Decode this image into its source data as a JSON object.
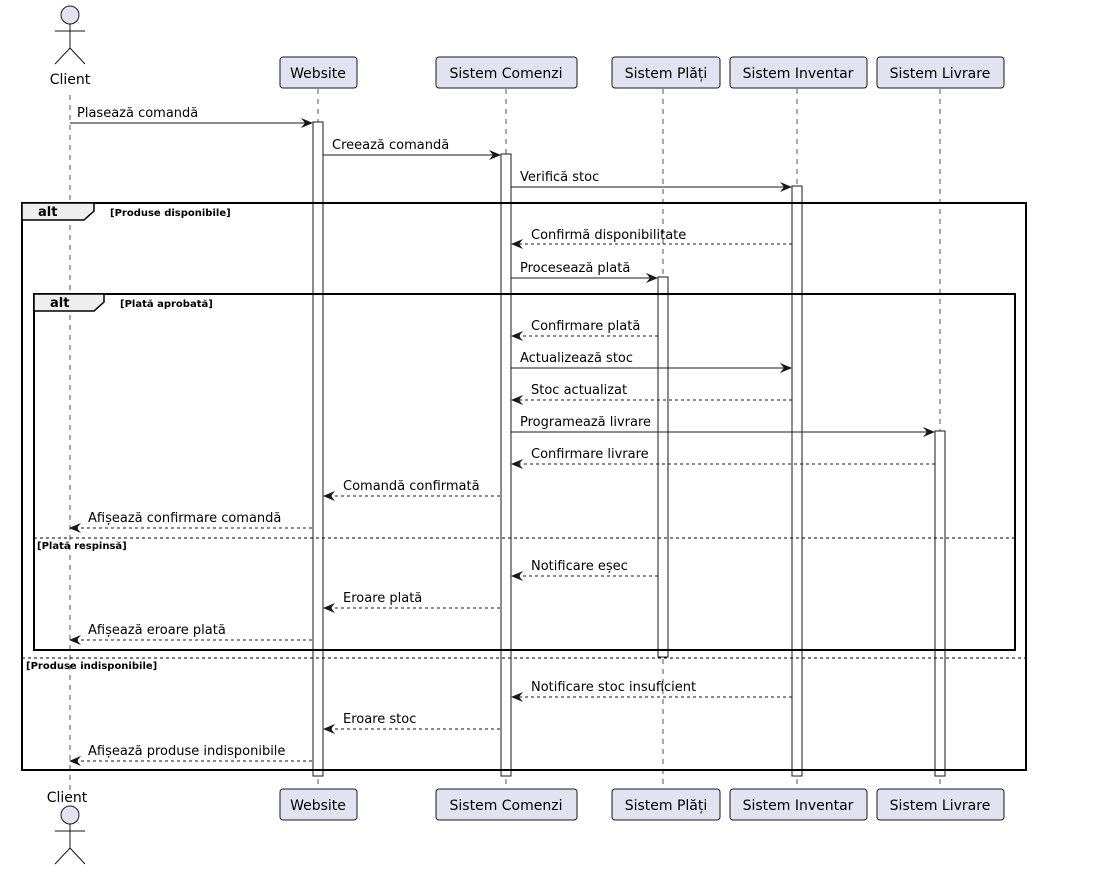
{
  "diagram": {
    "type": "sequence",
    "participants": [
      {
        "id": "client",
        "label": "Client",
        "kind": "actor"
      },
      {
        "id": "website",
        "label": "Website",
        "kind": "participant"
      },
      {
        "id": "comenzi",
        "label": "Sistem Comenzi",
        "kind": "participant"
      },
      {
        "id": "plati",
        "label": "Sistem Plăți",
        "kind": "participant"
      },
      {
        "id": "inventar",
        "label": "Sistem Inventar",
        "kind": "participant"
      },
      {
        "id": "livrare",
        "label": "Sistem Livrare",
        "kind": "participant"
      }
    ],
    "messages": [
      {
        "from": "client",
        "to": "website",
        "label": "Plasează comandă",
        "style": "solid"
      },
      {
        "from": "website",
        "to": "comenzi",
        "label": "Creează comandă",
        "style": "solid"
      },
      {
        "from": "comenzi",
        "to": "inventar",
        "label": "Verifică stoc",
        "style": "solid"
      },
      {
        "from": "inventar",
        "to": "comenzi",
        "label": "Confirmă disponibilitate",
        "style": "dashed"
      },
      {
        "from": "comenzi",
        "to": "plati",
        "label": "Procesează plată",
        "style": "solid"
      },
      {
        "from": "plati",
        "to": "comenzi",
        "label": "Confirmare plată",
        "style": "dashed"
      },
      {
        "from": "comenzi",
        "to": "inventar",
        "label": "Actualizează stoc",
        "style": "solid"
      },
      {
        "from": "inventar",
        "to": "comenzi",
        "label": "Stoc actualizat",
        "style": "dashed"
      },
      {
        "from": "comenzi",
        "to": "livrare",
        "label": "Programează livrare",
        "style": "solid"
      },
      {
        "from": "livrare",
        "to": "comenzi",
        "label": "Confirmare livrare",
        "style": "dashed"
      },
      {
        "from": "comenzi",
        "to": "website",
        "label": "Comandă confirmată",
        "style": "dashed"
      },
      {
        "from": "website",
        "to": "client",
        "label": "Afișează confirmare comandă",
        "style": "dashed"
      },
      {
        "from": "plati",
        "to": "comenzi",
        "label": "Notificare eșec",
        "style": "dashed"
      },
      {
        "from": "comenzi",
        "to": "website",
        "label": "Eroare plată",
        "style": "dashed"
      },
      {
        "from": "website",
        "to": "client",
        "label": "Afișează eroare plată",
        "style": "dashed"
      },
      {
        "from": "inventar",
        "to": "comenzi",
        "label": "Notificare stoc insuficient",
        "style": "dashed"
      },
      {
        "from": "comenzi",
        "to": "website",
        "label": "Eroare stoc",
        "style": "dashed"
      },
      {
        "from": "website",
        "to": "client",
        "label": "Afișează produse indisponibile",
        "style": "dashed"
      }
    ],
    "fragments": [
      {
        "keyword": "alt",
        "guard": "[Produse disponibile]",
        "else_guard": "[Produse indisponibile]"
      },
      {
        "keyword": "alt",
        "guard": "[Plată aprobată]",
        "else_guard": "[Plată respinsă]"
      }
    ],
    "colors": {
      "participant_fill": "#E2E2F0",
      "participant_border": "#181818",
      "line": "#181818",
      "lifeline": "#555555"
    }
  }
}
